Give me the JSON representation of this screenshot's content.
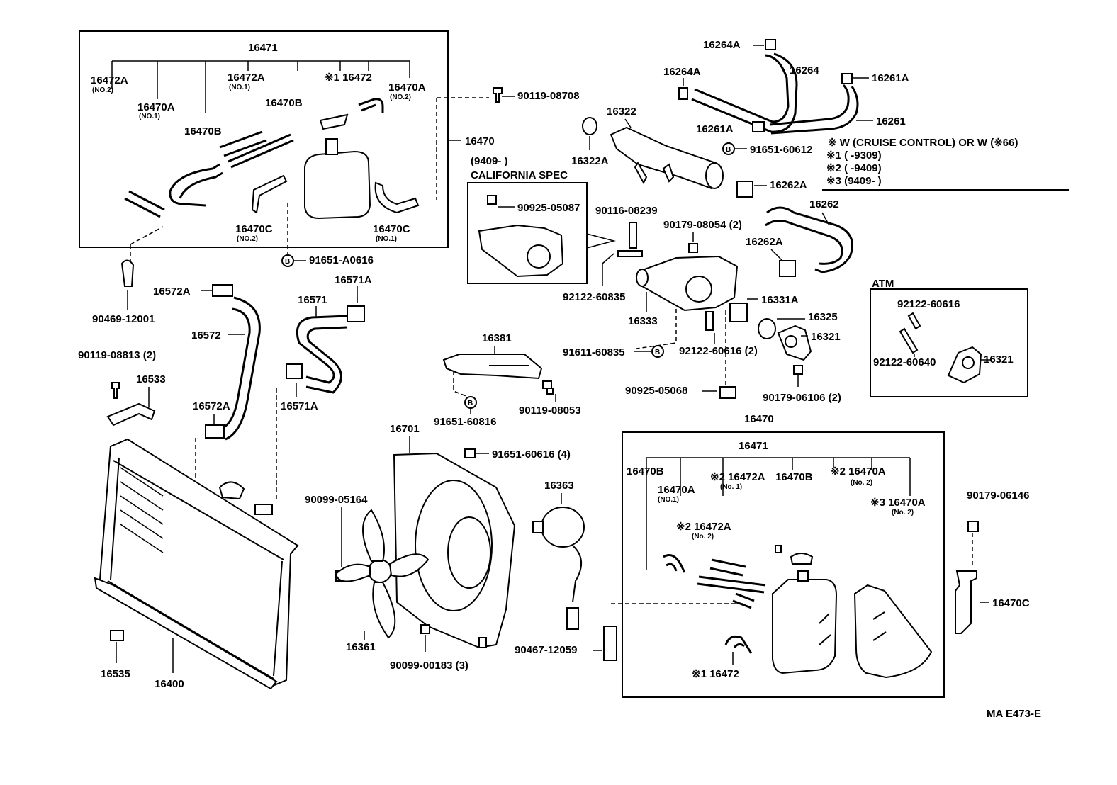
{
  "diagram_code": "MA E473-E",
  "notes": {
    "n0": "※ W (CRUISE CONTROL) OR W (※66)",
    "n1": "※1 (  -9309)",
    "n2": "※2 (  -9409)",
    "n3": "※3 (9409-  )"
  },
  "california": {
    "range": "(9409-    )",
    "spec": "CALIFORNIA SPEC"
  },
  "atm": {
    "title": "ATM"
  },
  "parts": {
    "p16471a": "16471",
    "p16472a_no2": "16472A",
    "p16472a_no1": "16472A",
    "p16472_s1": "※1 16472",
    "p16470a_no2": "16470A",
    "p16470a_no1": "16470A",
    "p16470b_1": "16470B",
    "p16470b_2": "16470B",
    "p16470c_no2": "16470C",
    "p16470c_no1": "16470C",
    "p16470": "16470",
    "p90119_08708": "90119-08708",
    "p91651_a0616": "91651-A0616",
    "p90469_12001": "90469-12001",
    "p16572a_1": "16572A",
    "p16572": "16572",
    "p16572a_2": "16572A",
    "p16571a_1": "16571A",
    "p16571": "16571",
    "p16571a_2": "16571A",
    "p90119_08813": "90119-08813 (2)",
    "p16533": "16533",
    "p16535": "16535",
    "p16400": "16400",
    "p16264a_1": "16264A",
    "p16264": "16264",
    "p16264a_2": "16264A",
    "p16261a_1": "16261A",
    "p16261": "16261",
    "p16261a_2": "16261A",
    "p16322": "16322",
    "p16322a": "16322A",
    "p91651_60612": "91651-60612",
    "p16262a_1": "16262A",
    "p16262": "16262",
    "p16262a_2": "16262A",
    "p90925_05087": "90925-05087",
    "p90116_08239": "90116-08239",
    "p90179_08054": "90179-08054 (2)",
    "p92122_60835": "92122-60835",
    "p16333": "16333",
    "p16331a": "16331A",
    "p16325": "16325",
    "p16321": "16321",
    "p91611_60835": "91611-60835",
    "p92122_60616_2": "92122-60616 (2)",
    "p90925_05068": "90925-05068",
    "p90179_06106": "90179-06106 (2)",
    "p92122_60616": "92122-60616",
    "p92122_60640": "92122-60640",
    "p16321_atm": "16321",
    "p16381": "16381",
    "p91651_60816": "91651-60816",
    "p90119_08053": "90119-08053",
    "p16701": "16701",
    "p91651_60616": "91651-60616 (4)",
    "p16363": "16363",
    "p90099_05164": "90099-05164",
    "p16361": "16361",
    "p90099_00183": "90099-00183 (3)",
    "p90467_12059": "90467-12059",
    "p16470_r": "16470",
    "p16471_r": "16471",
    "p16470b_r1": "16470B",
    "p16470a_r_no1": "16470A",
    "p16472a_r_no1": "※2 16472A",
    "p16472a_r_no2": "※2 16472A",
    "p16470b_r2": "16470B",
    "p16470a_r_s2": "※2 16470A",
    "p16470a_r_s3": "※3 16470A",
    "p16472_r": "※1 16472",
    "p90179_06146": "90179-06146",
    "p16470c_r": "16470C"
  },
  "subs": {
    "no1": "(NO.1)",
    "no2": "(NO.2)",
    "no1b": "(No. 1)",
    "no2b": "(No. 2)",
    "b": "B"
  }
}
